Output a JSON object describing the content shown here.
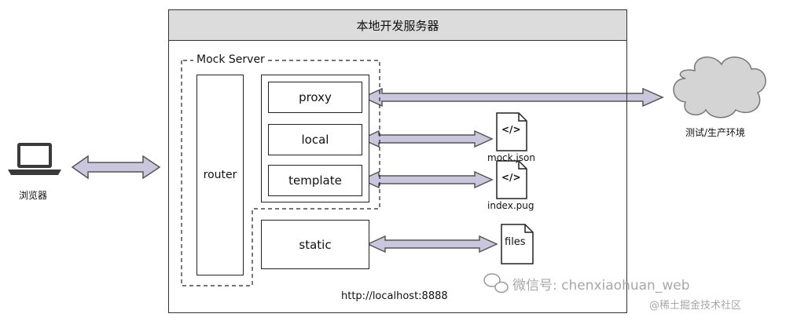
{
  "server": {
    "title": "本地开发服务器",
    "address": "http://localhost:8888"
  },
  "mock_server": {
    "label": "Mock Server",
    "router": "router",
    "modules": {
      "proxy": "proxy",
      "local": "local",
      "template": "template",
      "static": "static"
    }
  },
  "browser": {
    "label": "浏览器",
    "icon": "laptop-icon"
  },
  "remote_env": {
    "label": "测试/生产环境",
    "icon": "cloud-icon"
  },
  "files": {
    "mock_json": "mock.json",
    "index_pug": "index.pug",
    "static_files": "files",
    "code_glyph": "</>"
  },
  "watermark": {
    "wechat": "微信号: chenxiaohuan_web",
    "juejin": "@稀土掘金技术社区"
  },
  "colors": {
    "title_bar": "#dcdcdc",
    "arrow_fill": "#c9c6dd",
    "arrow_stroke": "#555555",
    "cloud_fill": "#d4d4d4"
  }
}
